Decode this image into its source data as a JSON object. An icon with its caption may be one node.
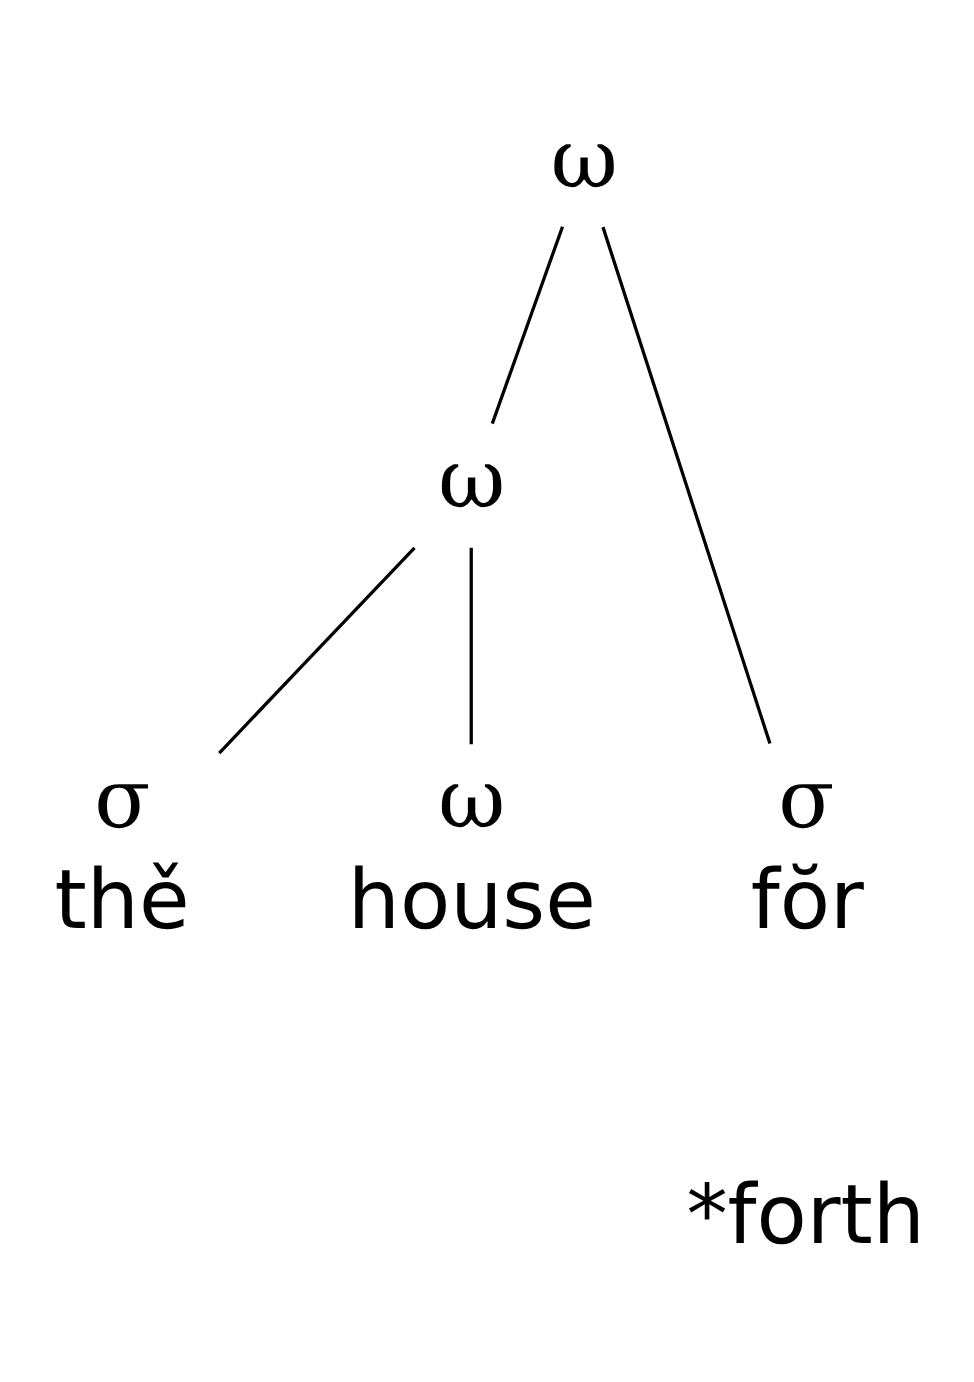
{
  "diagram": {
    "nodes": [
      {
        "text": [
          "ω"
        ]
      },
      {
        "text": [
          "ω"
        ]
      },
      {
        "text": [
          "σ"
        ],
        "beside": [
          "fŏr"
        ]
      },
      {
        "text": [
          "σ"
        ],
        "beside": [
          "thě"
        ]
      },
      {
        "text": [
          "ω"
        ],
        "beside": [
          "house"
        ]
      }
    ],
    "edges": [
      {
        "from": 0,
        "to": 2,
        "arrow": "none"
      },
      {
        "from": 0,
        "to": 1,
        "arrow": "none"
      },
      {
        "from": 1,
        "to": 3,
        "arrow": "none"
      },
      {
        "from": 1,
        "to": 4,
        "arrow": "none"
      }
    ],
    "labels": [
      "*forth"
    ]
  }
}
